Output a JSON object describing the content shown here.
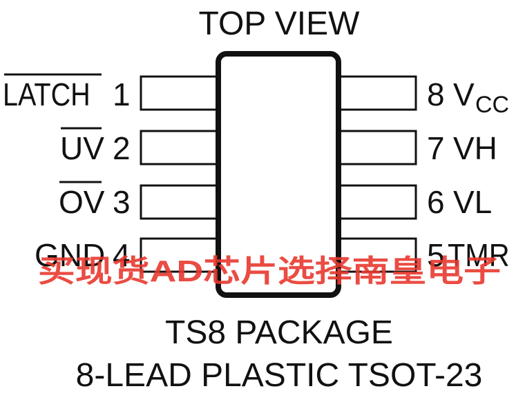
{
  "header": {
    "title": "TOP VIEW"
  },
  "pins_left": [
    {
      "name": "LATCH",
      "number": "1",
      "overbar": true
    },
    {
      "name": "UV",
      "number": "2",
      "overbar": true
    },
    {
      "name": "OV",
      "number": "3",
      "overbar": true
    },
    {
      "name": "GND",
      "number": "4",
      "overbar": false
    }
  ],
  "pins_right": [
    {
      "number": "8",
      "name": "V",
      "subscript": "CC"
    },
    {
      "number": "7",
      "name": "VH"
    },
    {
      "number": "6",
      "name": "VL"
    },
    {
      "number": "5",
      "name": "TMR"
    }
  ],
  "footer": {
    "package": "TS8 PACKAGE",
    "description": "8-LEAD PLASTIC TSOT-23"
  },
  "watermark": "买现货AD芯片选择南皇电子",
  "colors": {
    "ink": "#111111",
    "watermark": "#e8392f",
    "background": "#ffffff"
  }
}
